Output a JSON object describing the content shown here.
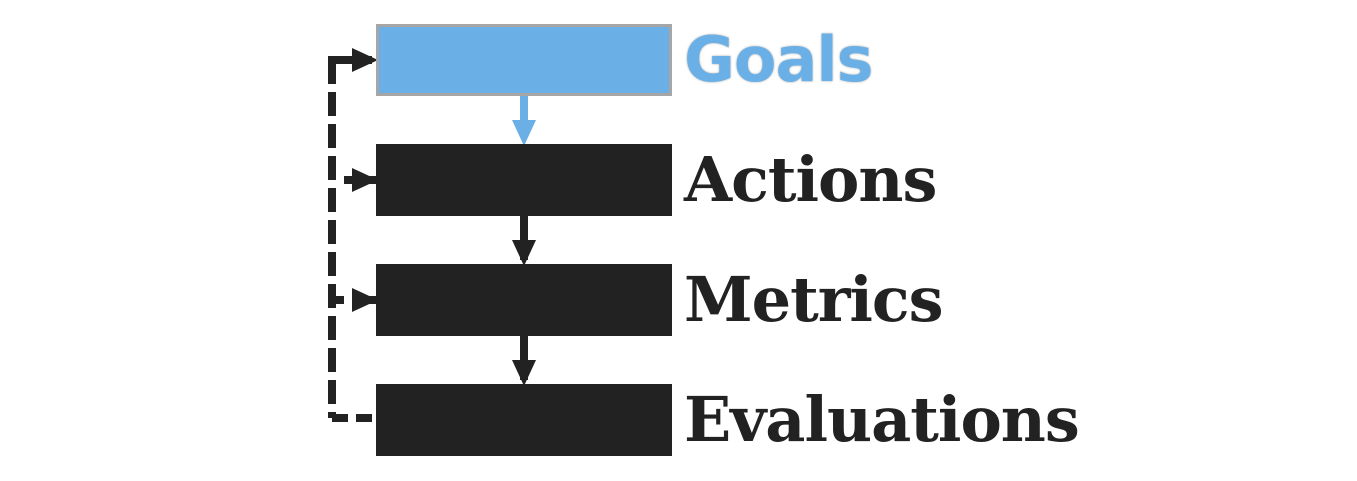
{
  "diagram": {
    "type": "flow-with-feedback-loop",
    "colors": {
      "highlight": "#6ab0e6",
      "highlight_border": "#a6a6a6",
      "dark": "#222222",
      "background": "#ffffff"
    },
    "nodes": [
      {
        "id": "goals",
        "label": "Goals",
        "highlighted": true
      },
      {
        "id": "actions",
        "label": "Actions",
        "highlighted": false
      },
      {
        "id": "metrics",
        "label": "Metrics",
        "highlighted": false
      },
      {
        "id": "evaluations",
        "label": "Evaluations",
        "highlighted": false
      }
    ],
    "edges": [
      {
        "from": "goals",
        "to": "actions",
        "style": "solid",
        "color": "#6ab0e6"
      },
      {
        "from": "actions",
        "to": "metrics",
        "style": "solid",
        "color": "#222222"
      },
      {
        "from": "metrics",
        "to": "evaluations",
        "style": "solid",
        "color": "#222222"
      },
      {
        "from": "evaluations",
        "to": "goals",
        "style": "dashed",
        "note": "feedback loop along left side, with branch arrows into Actions and Metrics"
      }
    ]
  }
}
